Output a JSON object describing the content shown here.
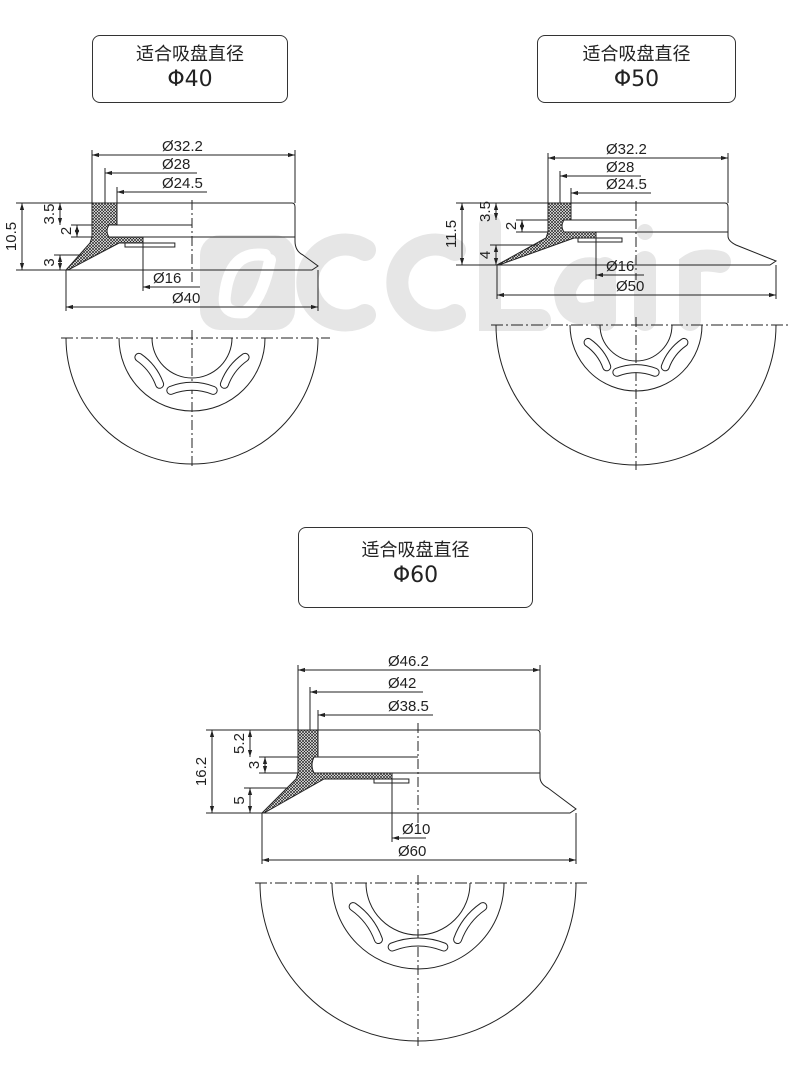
{
  "watermark": "@ccLair",
  "parts": [
    {
      "title": "适合吸盘直径",
      "size": "Φ40",
      "dims": {
        "d_top": "Ø32.2",
        "d_mid": "Ø28",
        "d_in": "Ø24.5",
        "d_hole": "Ø16",
        "d_cup": "Ø40",
        "h_total": "10.5",
        "h_top": "3.5",
        "h_gap": "2",
        "h_lip": "3"
      }
    },
    {
      "title": "适合吸盘直径",
      "size": "Φ50",
      "dims": {
        "d_top": "Ø32.2",
        "d_mid": "Ø28",
        "d_in": "Ø24.5",
        "d_hole": "Ø16",
        "d_cup": "Ø50",
        "h_total": "11.5",
        "h_top": "3.5",
        "h_gap": "2",
        "h_lip": "4"
      }
    },
    {
      "title": "适合吸盘直径",
      "size": "Φ60",
      "dims": {
        "d_top": "Ø46.2",
        "d_mid": "Ø42",
        "d_in": "Ø38.5",
        "d_hole": "Ø10",
        "d_cup": "Ø60",
        "h_total": "16.2",
        "h_top": "5.2",
        "h_gap": "3",
        "h_lip": "5"
      }
    }
  ]
}
